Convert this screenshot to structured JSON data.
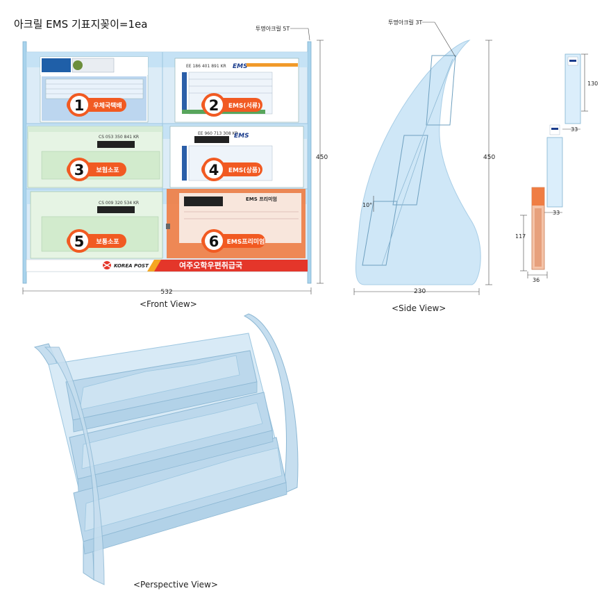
{
  "title": "아크릴 EMS 기표지꽂이=1ea",
  "front_view": {
    "caption": "<Front View>",
    "material_note": "투명아크릴 5T",
    "width_dim": "532",
    "height_dim": "450",
    "slots": [
      {
        "number": "1",
        "label": "우체국택배"
      },
      {
        "number": "2",
        "label": "EMS(서류)"
      },
      {
        "number": "3",
        "label": "보험소포"
      },
      {
        "number": "4",
        "label": "EMS(상품)"
      },
      {
        "number": "5",
        "label": "보통소포"
      },
      {
        "number": "6",
        "label": "EMS프리미엄"
      }
    ],
    "form_texts": {
      "ems_header": "EMS",
      "premium_header": "EMS 프리미엄",
      "barcode_2": "EE 186 401 891 KR",
      "barcode_3": "CS 053 350 841 KR",
      "barcode_4": "EE 960 713 308 KR",
      "barcode_5": "CS 009 320 534 KR"
    },
    "footer_logo": "KOREA POST",
    "footer_text": "여주오학우편취급국"
  },
  "side_view": {
    "caption": "<Side View>",
    "material_note": "투명아크릴 3T",
    "width_dim": "230",
    "height_dim": "450",
    "angle": "10°"
  },
  "detail_view": {
    "dims": [
      "130",
      "33",
      "33",
      "117",
      "36"
    ]
  },
  "perspective_view": {
    "caption": "<Perspective View>"
  },
  "colors": {
    "acrylic_fill": "#cfe7f7",
    "acrylic_edge": "#8fbfda",
    "badge_orange": "#f15a22",
    "footer_red": "#e4362a",
    "premium_orange": "#ef7d43"
  }
}
